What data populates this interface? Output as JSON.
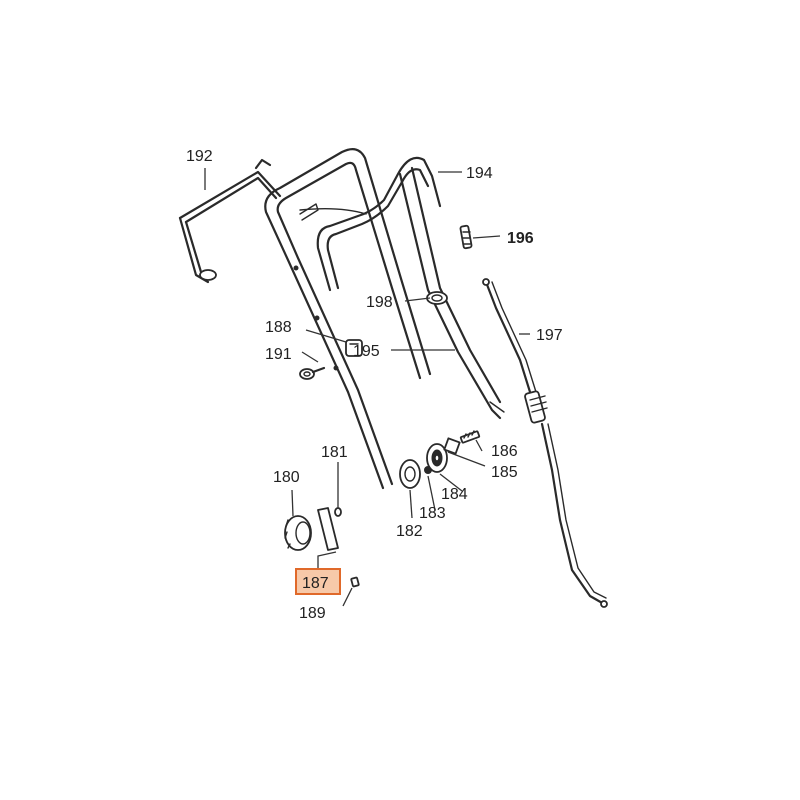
{
  "highlight_color": "#e0692a",
  "highlight_fill": "#f7c9a9",
  "callouts": {
    "c180": "180",
    "c181": "181",
    "c182": "182",
    "c183": "183",
    "c184": "184",
    "c185": "185",
    "c186": "186",
    "c187": "187",
    "c188": "188",
    "c189": "189",
    "c191": "191",
    "c192": "192",
    "c194": "194",
    "c195": "195",
    "c196": "196",
    "c197": "197",
    "c198": "198"
  },
  "selected_part": "187"
}
